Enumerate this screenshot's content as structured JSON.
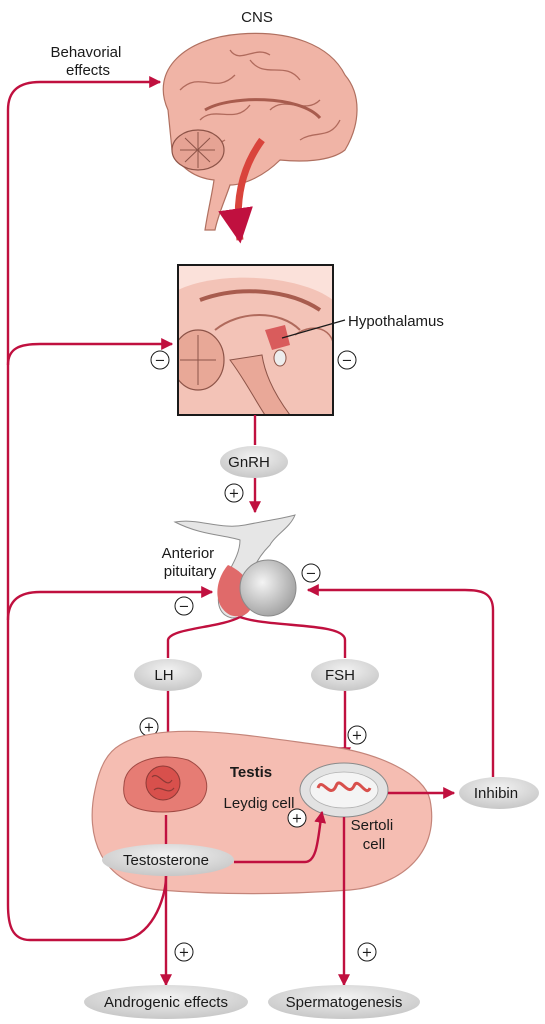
{
  "labels": {
    "cns": "CNS",
    "behavioral": [
      "Behavorial",
      "effects"
    ],
    "hypothalamus": "Hypothalamus",
    "gnrh": "GnRH",
    "anterior_pituitary": [
      "Anterior",
      "pituitary"
    ],
    "lh": "LH",
    "fsh": "FSH",
    "testis": "Testis",
    "leydig_cell": "Leydig cell",
    "sertoli_cell": [
      "Sertoli",
      "cell"
    ],
    "testosterone": "Testosterone",
    "inhibin": "Inhibin",
    "androgenic_effects": "Androgenic effects",
    "spermatogenesis": "Spermatogenesis"
  },
  "signs": {
    "plus": "+",
    "minus": "−"
  },
  "colors": {
    "arrow": "#c0103f",
    "tissue": "#f4c0b4",
    "tissue_dark": "#e08878",
    "pill": "#dcdcdc"
  }
}
